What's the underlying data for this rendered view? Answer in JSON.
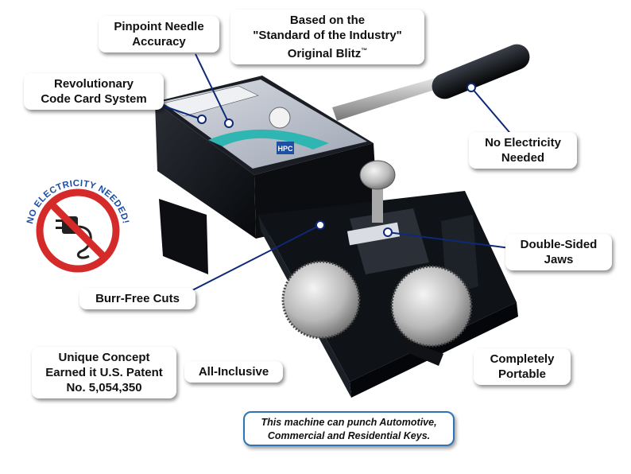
{
  "callouts": {
    "pinpoint": [
      "Pinpoint Needle",
      "Accuracy"
    ],
    "standard": [
      "Based on the",
      "\"Standard of the Industry\"",
      "Original Blitz"
    ],
    "standard_tm": "™",
    "code_card": [
      "Revolutionary",
      "Code Card System"
    ],
    "no_electricity": [
      "No Electricity",
      "Needed"
    ],
    "double_sided": [
      "Double-Sided",
      "Jaws"
    ],
    "burr_free": "Burr-Free Cuts",
    "patent": [
      "Unique Concept",
      "Earned it U.S. Patent",
      "No. 5,054,350"
    ],
    "all_inclusive": "All-Inclusive",
    "portable": [
      "Completely",
      "Portable"
    ]
  },
  "badge": {
    "text": "NO ELECTRICITY NEEDED!"
  },
  "machine": {
    "logo": "HPC"
  },
  "note": [
    "This machine can punch Automotive,",
    "Commercial and Residential Keys."
  ],
  "colors": {
    "leader": "#0d2a78",
    "accent": "#2f74b8",
    "badge_red": "#d42a2a",
    "badge_blue": "#1d4fa3",
    "machine_body": "#111418",
    "dial_teal": "#2fb6b2"
  }
}
